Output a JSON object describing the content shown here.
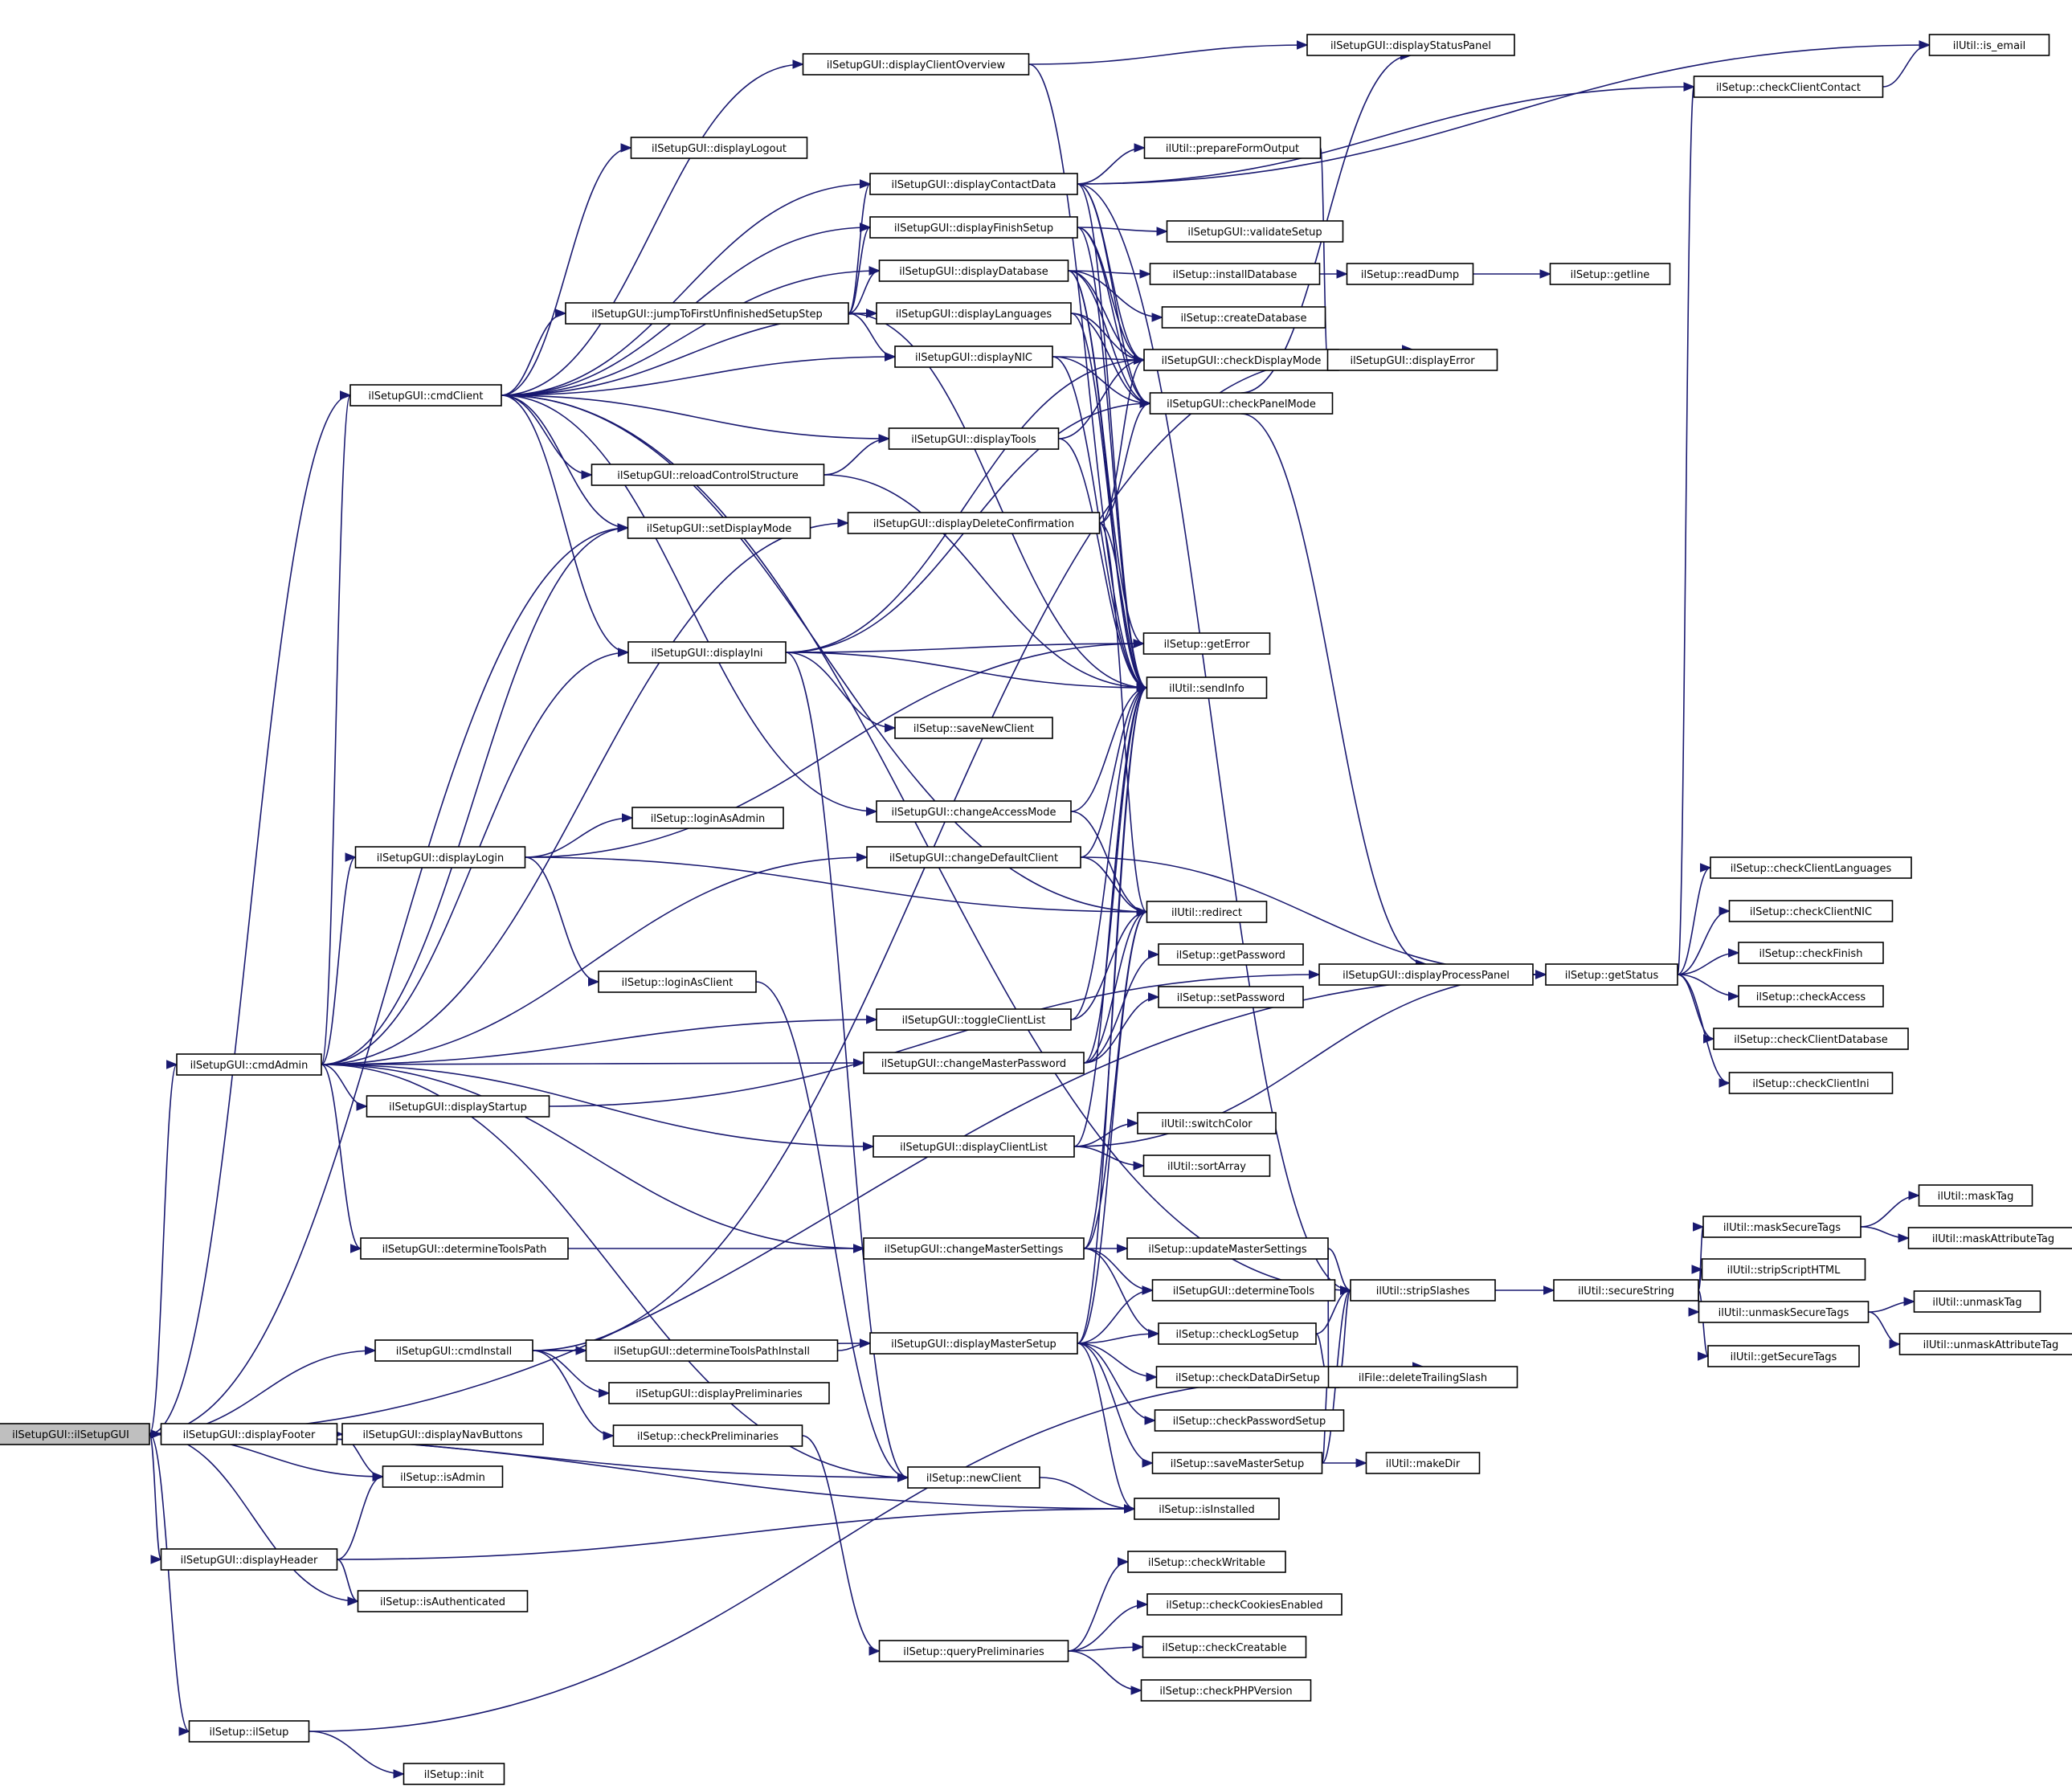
{
  "diagram": {
    "root": "n0",
    "nodes": [
      {
        "id": "n0",
        "label": "ilSetupGUI::ilSetupGUI",
        "root": true
      },
      {
        "id": "n1",
        "label": "ilSetupGUI::cmdClient"
      },
      {
        "id": "n2",
        "label": "ilSetupGUI::displayClientOverview"
      },
      {
        "id": "n3",
        "label": "ilSetupGUI::displayStatusPanel"
      },
      {
        "id": "n4",
        "label": "ilUtil::is_email"
      },
      {
        "id": "n5",
        "label": "ilSetup::checkClientContact"
      },
      {
        "id": "n6",
        "label": "ilSetupGUI::displayLogout"
      },
      {
        "id": "n7",
        "label": "ilUtil::prepareFormOutput"
      },
      {
        "id": "n8",
        "label": "ilSetupGUI::displayContactData"
      },
      {
        "id": "n9",
        "label": "ilSetupGUI::displayFinishSetup"
      },
      {
        "id": "n10",
        "label": "ilSetupGUI::validateSetup"
      },
      {
        "id": "n11",
        "label": "ilSetupGUI::displayDatabase"
      },
      {
        "id": "n12",
        "label": "ilSetup::installDatabase"
      },
      {
        "id": "n13",
        "label": "ilSetup::readDump"
      },
      {
        "id": "n14",
        "label": "ilSetup::getline"
      },
      {
        "id": "n15",
        "label": "ilSetupGUI::jumpToFirstUnfinishedSetupStep"
      },
      {
        "id": "n16",
        "label": "ilSetupGUI::displayLanguages"
      },
      {
        "id": "n17",
        "label": "ilSetup::createDatabase"
      },
      {
        "id": "n18",
        "label": "ilSetupGUI::displayNIC"
      },
      {
        "id": "n19",
        "label": "ilSetupGUI::checkDisplayMode"
      },
      {
        "id": "n20",
        "label": "ilSetupGUI::displayError"
      },
      {
        "id": "n21",
        "label": "ilSetupGUI::checkPanelMode"
      },
      {
        "id": "n22",
        "label": "ilSetupGUI::displayTools"
      },
      {
        "id": "n23",
        "label": "ilSetupGUI::reloadControlStructure"
      },
      {
        "id": "n24",
        "label": "ilSetupGUI::displayDeleteConfirmation"
      },
      {
        "id": "n25",
        "label": "ilSetupGUI::setDisplayMode"
      },
      {
        "id": "n26",
        "label": "ilSetupGUI::displayIni"
      },
      {
        "id": "n27",
        "label": "ilSetup::getError"
      },
      {
        "id": "n28",
        "label": "ilUtil::sendInfo"
      },
      {
        "id": "n29",
        "label": "ilSetup::saveNewClient"
      },
      {
        "id": "n30",
        "label": "ilSetupGUI::changeAccessMode"
      },
      {
        "id": "n31",
        "label": "ilSetup::loginAsAdmin"
      },
      {
        "id": "n32",
        "label": "ilSetupGUI::displayLogin"
      },
      {
        "id": "n33",
        "label": "ilSetupGUI::changeDefaultClient"
      },
      {
        "id": "n34",
        "label": "ilUtil::redirect"
      },
      {
        "id": "n35",
        "label": "ilSetup::checkClientLanguages"
      },
      {
        "id": "n36",
        "label": "ilSetup::checkClientNIC"
      },
      {
        "id": "n37",
        "label": "ilSetup::checkFinish"
      },
      {
        "id": "n38",
        "label": "ilSetup::getPassword"
      },
      {
        "id": "n39",
        "label": "ilSetup::loginAsClient"
      },
      {
        "id": "n40",
        "label": "ilSetupGUI::displayProcessPanel"
      },
      {
        "id": "n41",
        "label": "ilSetup::getStatus"
      },
      {
        "id": "n42",
        "label": "ilSetup::setPassword"
      },
      {
        "id": "n43",
        "label": "ilSetupGUI::toggleClientList"
      },
      {
        "id": "n44",
        "label": "ilSetup::checkAccess"
      },
      {
        "id": "n45",
        "label": "ilSetupGUI::cmdAdmin"
      },
      {
        "id": "n46",
        "label": "ilSetupGUI::changeMasterPassword"
      },
      {
        "id": "n47",
        "label": "ilSetup::checkClientDatabase"
      },
      {
        "id": "n48",
        "label": "ilSetupGUI::displayStartup"
      },
      {
        "id": "n49",
        "label": "ilSetup::checkClientIni"
      },
      {
        "id": "n50",
        "label": "ilUtil::switchColor"
      },
      {
        "id": "n51",
        "label": "ilSetupGUI::displayClientList"
      },
      {
        "id": "n52",
        "label": "ilUtil::sortArray"
      },
      {
        "id": "n53",
        "label": "ilUtil::maskTag"
      },
      {
        "id": "n54",
        "label": "ilUtil::maskSecureTags"
      },
      {
        "id": "n55",
        "label": "ilUtil::maskAttributeTag"
      },
      {
        "id": "n56",
        "label": "ilSetupGUI::determineToolsPath"
      },
      {
        "id": "n57",
        "label": "ilSetupGUI::changeMasterSettings"
      },
      {
        "id": "n58",
        "label": "ilSetup::updateMasterSettings"
      },
      {
        "id": "n59",
        "label": "ilSetupGUI::determineTools"
      },
      {
        "id": "n60",
        "label": "ilUtil::stripSlashes"
      },
      {
        "id": "n61",
        "label": "ilUtil::secureString"
      },
      {
        "id": "n62",
        "label": "ilUtil::stripScriptHTML"
      },
      {
        "id": "n63",
        "label": "ilUtil::unmaskTag"
      },
      {
        "id": "n64",
        "label": "ilSetup::checkLogSetup"
      },
      {
        "id": "n65",
        "label": "ilUtil::unmaskSecureTags"
      },
      {
        "id": "n66",
        "label": "ilSetupGUI::cmdInstall"
      },
      {
        "id": "n67",
        "label": "ilSetupGUI::determineToolsPathInstall"
      },
      {
        "id": "n68",
        "label": "ilSetupGUI::displayMasterSetup"
      },
      {
        "id": "n69",
        "label": "ilUtil::unmaskAttributeTag"
      },
      {
        "id": "n70",
        "label": "ilUtil::getSecureTags"
      },
      {
        "id": "n71",
        "label": "ilSetup::checkDataDirSetup"
      },
      {
        "id": "n72",
        "label": "ilFile::deleteTrailingSlash"
      },
      {
        "id": "n73",
        "label": "ilSetupGUI::displayPreliminaries"
      },
      {
        "id": "n74",
        "label": "ilSetup::checkPasswordSetup"
      },
      {
        "id": "n75",
        "label": "ilSetup::checkPreliminaries"
      },
      {
        "id": "n76",
        "label": "ilSetupGUI::displayFooter"
      },
      {
        "id": "n77",
        "label": "ilSetupGUI::displayNavButtons"
      },
      {
        "id": "n78",
        "label": "ilSetup::saveMasterSetup"
      },
      {
        "id": "n79",
        "label": "ilUtil::makeDir"
      },
      {
        "id": "n80",
        "label": "ilSetup::isAdmin"
      },
      {
        "id": "n81",
        "label": "ilSetup::newClient"
      },
      {
        "id": "n82",
        "label": "ilSetup::isInstalled"
      },
      {
        "id": "n83",
        "label": "ilSetupGUI::displayHeader"
      },
      {
        "id": "n84",
        "label": "ilSetup::checkWritable"
      },
      {
        "id": "n85",
        "label": "ilSetup::isAuthenticated"
      },
      {
        "id": "n86",
        "label": "ilSetup::checkCookiesEnabled"
      },
      {
        "id": "n87",
        "label": "ilSetup::checkCreatable"
      },
      {
        "id": "n88",
        "label": "ilSetup::queryPreliminaries"
      },
      {
        "id": "n89",
        "label": "ilSetup::checkPHPVersion"
      },
      {
        "id": "n90",
        "label": "ilSetup::ilSetup"
      },
      {
        "id": "n91",
        "label": "ilSetup::init"
      }
    ],
    "edges": [
      [
        "n0",
        "n1"
      ],
      [
        "n0",
        "n25"
      ],
      [
        "n0",
        "n45"
      ],
      [
        "n0",
        "n66"
      ],
      [
        "n0",
        "n76"
      ],
      [
        "n0",
        "n80"
      ],
      [
        "n0",
        "n81"
      ],
      [
        "n0",
        "n83"
      ],
      [
        "n0",
        "n85"
      ],
      [
        "n0",
        "n82"
      ],
      [
        "n0",
        "n90"
      ],
      [
        "n0",
        "n41"
      ],
      [
        "n1",
        "n2"
      ],
      [
        "n1",
        "n6"
      ],
      [
        "n1",
        "n8"
      ],
      [
        "n1",
        "n9"
      ],
      [
        "n1",
        "n11"
      ],
      [
        "n1",
        "n15"
      ],
      [
        "n1",
        "n16"
      ],
      [
        "n1",
        "n18"
      ],
      [
        "n1",
        "n22"
      ],
      [
        "n1",
        "n23"
      ],
      [
        "n1",
        "n25"
      ],
      [
        "n1",
        "n26"
      ],
      [
        "n1",
        "n30"
      ],
      [
        "n1",
        "n34"
      ],
      [
        "n1",
        "n60"
      ],
      [
        "n2",
        "n3"
      ],
      [
        "n2",
        "n28"
      ],
      [
        "n5",
        "n4"
      ],
      [
        "n8",
        "n7"
      ],
      [
        "n8",
        "n4"
      ],
      [
        "n8",
        "n5"
      ],
      [
        "n8",
        "n19"
      ],
      [
        "n8",
        "n21"
      ],
      [
        "n8",
        "n28"
      ],
      [
        "n8",
        "n60"
      ],
      [
        "n7",
        "n20"
      ],
      [
        "n9",
        "n10"
      ],
      [
        "n9",
        "n19"
      ],
      [
        "n9",
        "n21"
      ],
      [
        "n9",
        "n28"
      ],
      [
        "n11",
        "n12"
      ],
      [
        "n11",
        "n17"
      ],
      [
        "n11",
        "n19"
      ],
      [
        "n11",
        "n21"
      ],
      [
        "n11",
        "n28"
      ],
      [
        "n11",
        "n27"
      ],
      [
        "n12",
        "n13"
      ],
      [
        "n13",
        "n14"
      ],
      [
        "n15",
        "n8"
      ],
      [
        "n15",
        "n9"
      ],
      [
        "n15",
        "n11"
      ],
      [
        "n15",
        "n16"
      ],
      [
        "n15",
        "n18"
      ],
      [
        "n15",
        "n28"
      ],
      [
        "n16",
        "n19"
      ],
      [
        "n16",
        "n21"
      ],
      [
        "n16",
        "n28"
      ],
      [
        "n18",
        "n19"
      ],
      [
        "n18",
        "n21"
      ],
      [
        "n18",
        "n28"
      ],
      [
        "n19",
        "n20"
      ],
      [
        "n21",
        "n3"
      ],
      [
        "n21",
        "n40"
      ],
      [
        "n22",
        "n19"
      ],
      [
        "n22",
        "n28"
      ],
      [
        "n23",
        "n22"
      ],
      [
        "n23",
        "n28"
      ],
      [
        "n24",
        "n19"
      ],
      [
        "n24",
        "n21"
      ],
      [
        "n24",
        "n28"
      ],
      [
        "n24",
        "n34"
      ],
      [
        "n26",
        "n19"
      ],
      [
        "n26",
        "n21"
      ],
      [
        "n26",
        "n27"
      ],
      [
        "n26",
        "n28"
      ],
      [
        "n26",
        "n29"
      ],
      [
        "n26",
        "n81"
      ],
      [
        "n30",
        "n28"
      ],
      [
        "n30",
        "n34"
      ],
      [
        "n32",
        "n31"
      ],
      [
        "n32",
        "n39"
      ],
      [
        "n32",
        "n34"
      ],
      [
        "n32",
        "n27"
      ],
      [
        "n33",
        "n28"
      ],
      [
        "n33",
        "n34"
      ],
      [
        "n33",
        "n41"
      ],
      [
        "n39",
        "n81"
      ],
      [
        "n40",
        "n41"
      ],
      [
        "n41",
        "n5"
      ],
      [
        "n41",
        "n35"
      ],
      [
        "n41",
        "n36"
      ],
      [
        "n41",
        "n37"
      ],
      [
        "n41",
        "n44"
      ],
      [
        "n41",
        "n47"
      ],
      [
        "n41",
        "n49"
      ],
      [
        "n43",
        "n28"
      ],
      [
        "n43",
        "n34"
      ],
      [
        "n45",
        "n1"
      ],
      [
        "n45",
        "n24"
      ],
      [
        "n45",
        "n25"
      ],
      [
        "n45",
        "n26"
      ],
      [
        "n45",
        "n32"
      ],
      [
        "n45",
        "n33"
      ],
      [
        "n45",
        "n43"
      ],
      [
        "n45",
        "n46"
      ],
      [
        "n45",
        "n48"
      ],
      [
        "n45",
        "n51"
      ],
      [
        "n45",
        "n56"
      ],
      [
        "n45",
        "n57"
      ],
      [
        "n45",
        "n81"
      ],
      [
        "n46",
        "n28"
      ],
      [
        "n46",
        "n34"
      ],
      [
        "n46",
        "n38"
      ],
      [
        "n46",
        "n42"
      ],
      [
        "n48",
        "n40"
      ],
      [
        "n51",
        "n50"
      ],
      [
        "n51",
        "n52"
      ],
      [
        "n51",
        "n28"
      ],
      [
        "n51",
        "n41"
      ],
      [
        "n54",
        "n53"
      ],
      [
        "n54",
        "n55"
      ],
      [
        "n56",
        "n57"
      ],
      [
        "n57",
        "n58"
      ],
      [
        "n57",
        "n59"
      ],
      [
        "n57",
        "n64"
      ],
      [
        "n57",
        "n28"
      ],
      [
        "n57",
        "n34"
      ],
      [
        "n58",
        "n60"
      ],
      [
        "n58",
        "n72"
      ],
      [
        "n60",
        "n61"
      ],
      [
        "n61",
        "n54"
      ],
      [
        "n61",
        "n62"
      ],
      [
        "n61",
        "n65"
      ],
      [
        "n61",
        "n70"
      ],
      [
        "n64",
        "n60"
      ],
      [
        "n64",
        "n72"
      ],
      [
        "n65",
        "n63"
      ],
      [
        "n65",
        "n69"
      ],
      [
        "n66",
        "n67"
      ],
      [
        "n66",
        "n68"
      ],
      [
        "n66",
        "n73"
      ],
      [
        "n66",
        "n75"
      ],
      [
        "n66",
        "n20"
      ],
      [
        "n67",
        "n68"
      ],
      [
        "n68",
        "n59"
      ],
      [
        "n68",
        "n64"
      ],
      [
        "n68",
        "n71"
      ],
      [
        "n68",
        "n74"
      ],
      [
        "n68",
        "n78"
      ],
      [
        "n68",
        "n82"
      ],
      [
        "n68",
        "n28"
      ],
      [
        "n68",
        "n34"
      ],
      [
        "n71",
        "n60"
      ],
      [
        "n71",
        "n72"
      ],
      [
        "n75",
        "n88"
      ],
      [
        "n76",
        "n77"
      ],
      [
        "n76",
        "n80"
      ],
      [
        "n78",
        "n60"
      ],
      [
        "n78",
        "n72"
      ],
      [
        "n78",
        "n79"
      ],
      [
        "n81",
        "n82"
      ],
      [
        "n83",
        "n80"
      ],
      [
        "n83",
        "n85"
      ],
      [
        "n83",
        "n82"
      ],
      [
        "n88",
        "n84"
      ],
      [
        "n88",
        "n86"
      ],
      [
        "n88",
        "n87"
      ],
      [
        "n88",
        "n89"
      ],
      [
        "n90",
        "n91"
      ],
      [
        "n90",
        "n72"
      ]
    ]
  }
}
